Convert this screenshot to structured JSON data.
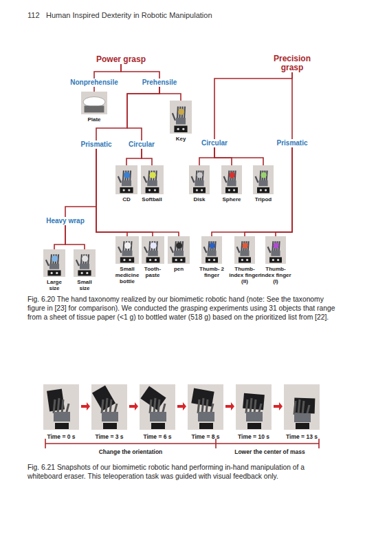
{
  "diagram": {
    "caption": "Fig. 6.20 The hand taxonomy realized by our biomimetic robotic hand (note: See the taxonomy figure in [23] for comparison). We conducted the grasping experiments using 31 objects that range from a sheet of tissue paper (<1 g) to bottled water (518 g) based on the prioritized list from [22].",
    "nodes": [
      {
        "text": [
          "Power grasp"
        ]
      },
      {
        "text": [
          "Precision grasp"
        ]
      },
      {
        "text": [
          "Nonprehensile"
        ]
      },
      {
        "text": [
          "Prehensile"
        ]
      },
      {
        "text": [
          "Plate"
        ]
      },
      {
        "text": [
          "Key"
        ]
      },
      {
        "text": [
          "Prismatic"
        ]
      },
      {
        "text": [
          "Circular"
        ]
      },
      {
        "text": [
          "Circular"
        ]
      },
      {
        "text": [
          "Prismatic"
        ]
      },
      {
        "text": [
          "CD"
        ]
      },
      {
        "text": [
          "Softball"
        ]
      },
      {
        "text": [
          "Disk"
        ]
      },
      {
        "text": [
          "Sphere"
        ]
      },
      {
        "text": [
          "Tripod"
        ]
      },
      {
        "text": [
          "Heavy wrap"
        ]
      },
      {
        "text": [
          "Small medicine bottle"
        ]
      },
      {
        "text": [
          "Tooth- paste"
        ]
      },
      {
        "text": [
          "pen"
        ]
      },
      {
        "text": [
          "Thumb- 2 finger"
        ]
      },
      {
        "text": [
          "Thumb- index finger (II)"
        ]
      },
      {
        "text": [
          "Thumb- index finger (I)"
        ]
      },
      {
        "text": [
          "Large size"
        ]
      },
      {
        "text": [
          "Small size"
        ]
      }
    ],
    "edges": [
      {
        "from": 0,
        "to": 2,
        "arrow": "none"
      },
      {
        "from": 0,
        "to": 3,
        "arrow": "none"
      },
      {
        "from": 2,
        "to": 4,
        "arrow": "none"
      },
      {
        "from": 3,
        "to": 6,
        "arrow": "none"
      },
      {
        "from": 3,
        "to": 7,
        "arrow": "none"
      },
      {
        "from": 3,
        "to": 5,
        "arrow": "none"
      },
      {
        "from": 7,
        "to": 10,
        "arrow": "none"
      },
      {
        "from": 7,
        "to": 11,
        "arrow": "none"
      },
      {
        "from": 6,
        "to": 15,
        "arrow": "none"
      },
      {
        "from": 6,
        "to": 16,
        "arrow": "none"
      },
      {
        "from": 6,
        "to": 17,
        "arrow": "none"
      },
      {
        "from": 6,
        "to": 18,
        "arrow": "none"
      },
      {
        "from": 15,
        "to": 22,
        "arrow": "none"
      },
      {
        "from": 15,
        "to": 23,
        "arrow": "none"
      },
      {
        "from": 1,
        "to": 8,
        "arrow": "none"
      },
      {
        "from": 1,
        "to": 9,
        "arrow": "none"
      },
      {
        "from": 8,
        "to": 12,
        "arrow": "none"
      },
      {
        "from": 8,
        "to": 13,
        "arrow": "none"
      },
      {
        "from": 8,
        "to": 14,
        "arrow": "none"
      },
      {
        "from": 9,
        "to": 19,
        "arrow": "none"
      },
      {
        "from": 9,
        "to": 20,
        "arrow": "none"
      },
      {
        "from": 9,
        "to": 21,
        "arrow": "none"
      }
    ],
    "labels": [
      "112",
      "Human Inspired Dexterity in Robotic Manipulation",
      "Time = 0 s",
      "Time = 3 s",
      "Time = 6 s",
      "Time = 8 s",
      "Time = 10 s",
      "Time = 13 s",
      "Change the orientation",
      "Lower the center of mass",
      "Fig. 6.21 Snapshots of our biomimetic robotic hand performing in-hand manipulation of a whiteboard eraser. This teleoperation task was guided with visual feedback only."
    ]
  }
}
